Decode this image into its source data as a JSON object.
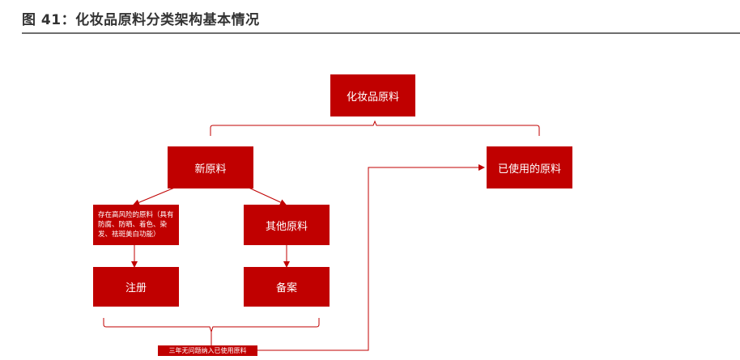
{
  "header": {
    "title": "图 41：化妆品原料分类架构基本情况"
  },
  "diagram": {
    "root": "化妆品原料",
    "new_materials": "新原料",
    "used_materials": "已使用的原料",
    "high_risk": "存在高风险的原料（具有防腐、防晒、着色、染发、祛斑美白功能）",
    "other_materials": "其他原料",
    "registration": "注册",
    "filing": "备案",
    "note": "三年无问题纳入已使用原料"
  },
  "colors": {
    "box_fill": "#c00000",
    "line": "#c00000",
    "text_on_box": "#ffffff"
  }
}
